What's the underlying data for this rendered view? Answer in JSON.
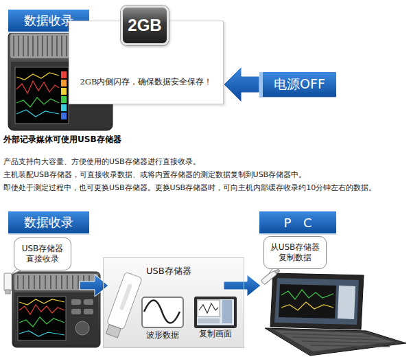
{
  "diagram": {
    "nodes": [
      {
        "text": [
          "数据收录"
        ]
      },
      {
        "text": [
          "2GB内侧闪存，确保数据安全保存！"
        ]
      },
      {
        "text": [
          "2GB"
        ]
      },
      {
        "text": [
          "电源OFF"
        ]
      },
      {
        "text": [
          "数据收录"
        ]
      },
      {
        "text": [
          "P C"
        ]
      },
      {
        "text": [
          "USB存储器 直接收录"
        ]
      },
      {
        "text": [
          "USB存储器"
        ]
      },
      {
        "text": [
          "波形数据"
        ],
        "in": 7
      },
      {
        "text": [
          "复制画面"
        ],
        "in": 7
      },
      {
        "text": [
          "从USB存储器 复制数据"
        ]
      }
    ],
    "edges": [
      {
        "from": 3,
        "to": 1,
        "arrow": "to"
      }
    ],
    "labels": [
      "外部记录媒体可使用USB存储器",
      "产品支持向大容量、方便使用的USB存储器进行直接收录。",
      "主机装配USB存储器，可直接收录数据、或将内置存储器的测定数据复制到USB存储器中。",
      "即使处于测定过程中，也可更换USB存储器。更换USB存储器时，可向主机内部缓存收录约10分钟左右的数据。"
    ]
  }
}
